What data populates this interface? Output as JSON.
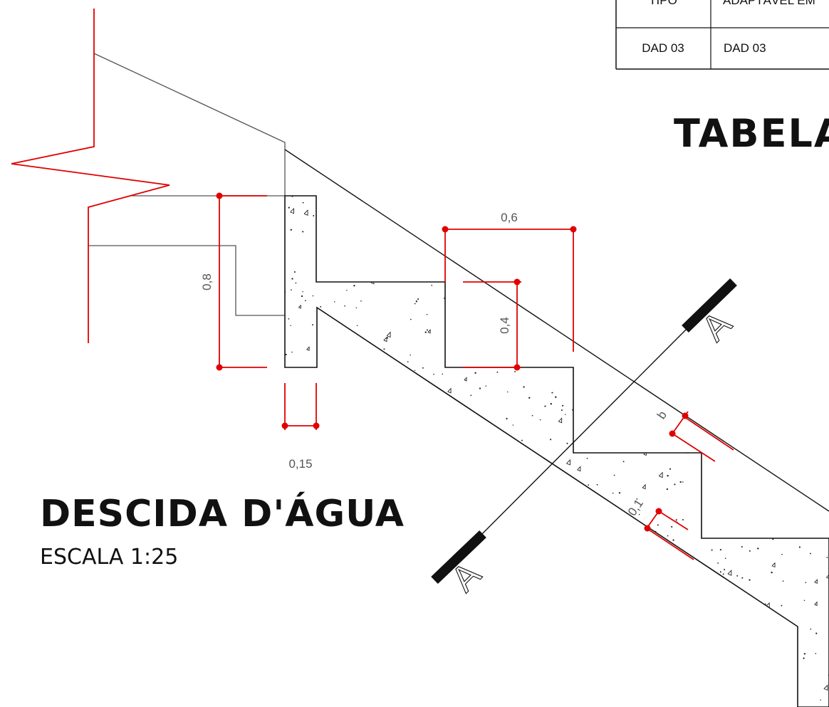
{
  "title": "DESCIDA D'ÁGUA",
  "scale": "ESCALA 1:25",
  "table_heading": "TABELA",
  "table": {
    "rows": [
      [
        "TIPO",
        "ADAPTÁVEL EM"
      ],
      [
        "DAD 03",
        "DAD 03"
      ]
    ]
  },
  "dimensions": {
    "height_wall": "0,8",
    "width_wall": "0,15",
    "step_length": "0,6",
    "step_height": "0,4",
    "slab_thickness": "0,1",
    "thickness_var": "b"
  },
  "section_marker": "A",
  "colors": {
    "dimension": "#e00000",
    "lines": "#111111",
    "ground": "#555555"
  }
}
